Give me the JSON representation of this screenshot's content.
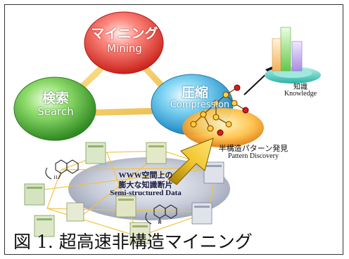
{
  "figure": {
    "caption": "図 1.  超高速非構造マイニング"
  },
  "nodes": {
    "mining": {
      "jp": "マイニング",
      "en": "Mining",
      "color": "#e8433a"
    },
    "search": {
      "jp": "検索",
      "en": "Search",
      "color": "#4bb53a"
    },
    "compression": {
      "jp": "圧縮",
      "en": "Compression",
      "color": "#2aa7d8"
    }
  },
  "data_area": {
    "jp1": "WWW空間上の",
    "jp2": "膨大な知識断片",
    "en": "Semi-structured Data"
  },
  "pattern": {
    "jp": "半構造パターン発見",
    "en": "Pattern Discovery"
  },
  "knowledge": {
    "jp": "知識",
    "en": "Knowledge"
  },
  "molecule_label": "H"
}
